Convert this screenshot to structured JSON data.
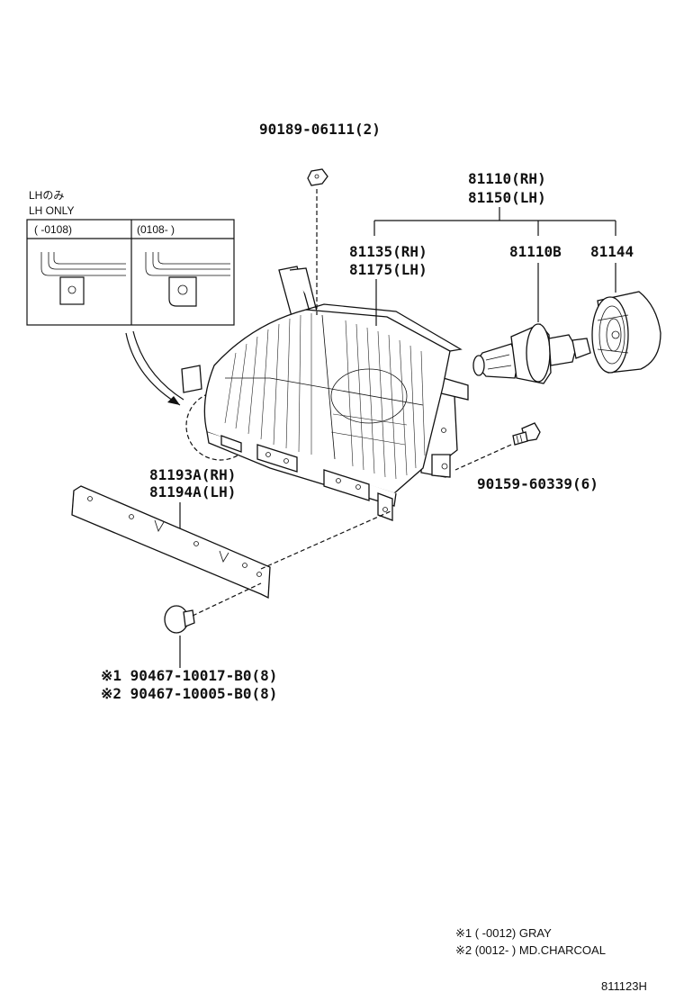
{
  "labels": {
    "p_90189": "90189-06111(2)",
    "p_81110": "81110(RH)",
    "p_81150": "81150(LH)",
    "p_81135": "81135(RH)",
    "p_81175": "81175(LH)",
    "p_81110b": "81110B",
    "p_81144": "81144",
    "p_90159": "90159-60339(6)",
    "p_81193a": "81193A(RH)",
    "p_81194a": "81194A(LH)",
    "p_clip1": "※1 90467-10017-B0(8)",
    "p_clip2": "※2 90467-10005-B0(8)"
  },
  "inset": {
    "lh_only_jp": "LHのみ",
    "lh_only_en": "LH ONLY",
    "col_left": "(     -0108)",
    "col_right": "(0108-     )"
  },
  "notes": {
    "note1": "※1 (      -0012) GRAY",
    "note2": "※2 (0012-       ) MD.CHARCOAL"
  },
  "figure_id": "811123H"
}
